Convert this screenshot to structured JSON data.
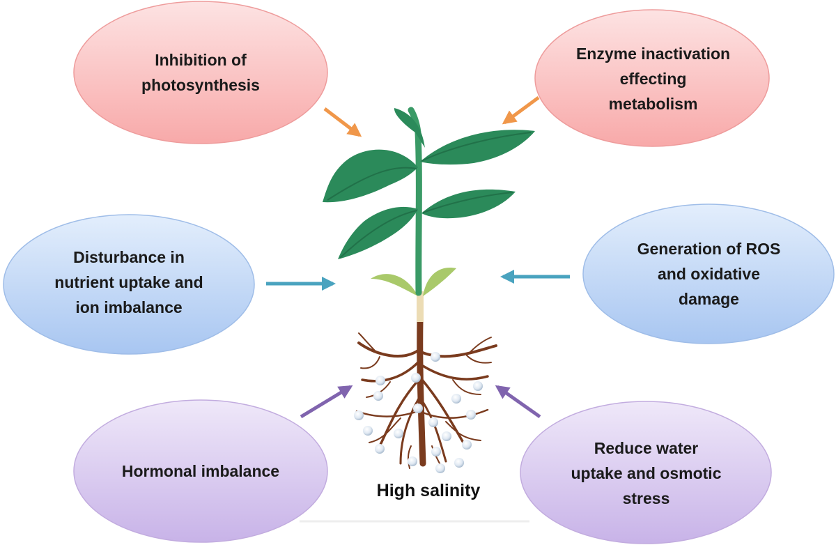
{
  "effects": {
    "photosynthesis": "Inhibition of\nphotosynthesis",
    "enzyme": "Enzyme inactivation\neffecting\nmetabolism",
    "nutrient": "Disturbance in\nnutrient uptake and\nion imbalance",
    "ros": "Generation of ROS\nand oxidative\ndamage",
    "hormonal": "Hormonal imbalance",
    "water": "Reduce water\nuptake and osmotic\nstress"
  },
  "stressor": {
    "label": "High salinity"
  },
  "colors": {
    "red_bubble": "#f9b4b4",
    "blue_bubble": "#b9d2f4",
    "purple_bubble": "#d8c9ef",
    "orange_arrow": "#f0974a",
    "teal_arrow": "#4aa3bf",
    "purple_arrow": "#8064ae",
    "leaf": "#2b8a5a",
    "stem": "#3a9a66",
    "cotyledon": "#a9c96a",
    "root": "#7a3b1e"
  }
}
